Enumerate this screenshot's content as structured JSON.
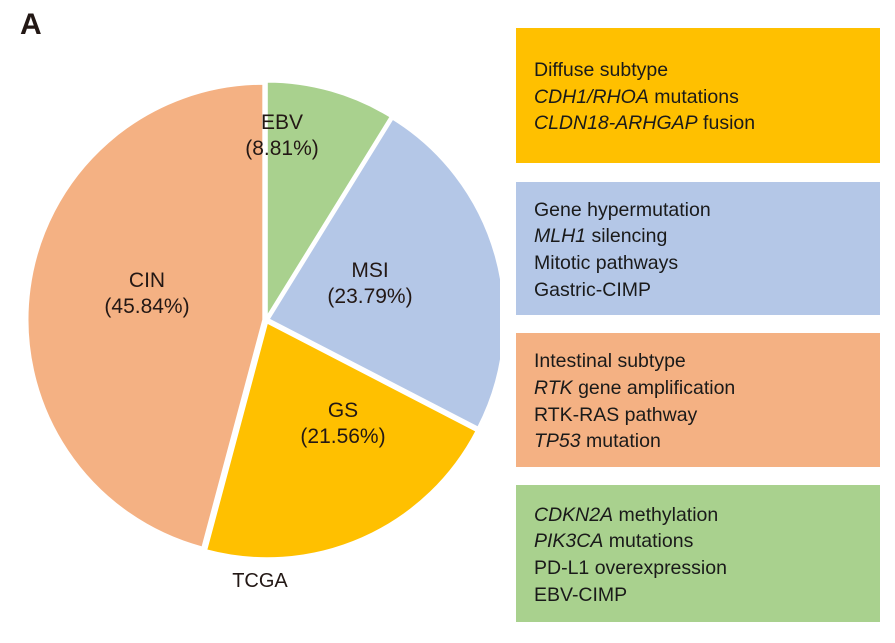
{
  "figure": {
    "panel_letter": "A",
    "caption": "TCGA"
  },
  "chart_data": {
    "type": "pie",
    "title": "TCGA",
    "categories": [
      "EBV",
      "MSI",
      "GS",
      "CIN"
    ],
    "values": [
      8.81,
      23.79,
      21.56,
      45.84
    ],
    "value_unit": "%",
    "labels": [
      "EBV\n(8.81%)",
      "MSI\n(23.79%)",
      "GS\n(21.56%)",
      "CIN\n(45.84%)"
    ],
    "colors": [
      "#A9D18E",
      "#B4C7E7",
      "#FFC000",
      "#F4B183"
    ],
    "start_angle_deg": 0,
    "direction": "clockwise",
    "legend": "none",
    "grid": false,
    "slice_gap": true
  },
  "slices": [
    {
      "key": "EBV",
      "name": "EBV",
      "percent_label": "(8.81%)",
      "value": 8.81,
      "color": "#A9D18E"
    },
    {
      "key": "MSI",
      "name": "MSI",
      "percent_label": "(23.79%)",
      "value": 23.79,
      "color": "#B4C7E7"
    },
    {
      "key": "GS",
      "name": "GS",
      "percent_label": "(21.56%)",
      "value": 21.56,
      "color": "#FFC000"
    },
    {
      "key": "CIN",
      "name": "CIN",
      "percent_label": "(45.84%)",
      "value": 45.84,
      "color": "#F4B183"
    }
  ],
  "annotation_boxes": [
    {
      "key": "GS",
      "color": "#FFC000",
      "lines": [
        [
          {
            "text": "Diffuse subtype",
            "italic": false
          }
        ],
        [
          {
            "text": "CDH1/RHOA",
            "italic": true
          },
          {
            "text": " mutations",
            "italic": false
          }
        ],
        [
          {
            "text": "CLDN18-ARHGAP",
            "italic": true
          },
          {
            "text": " fusion",
            "italic": false
          }
        ]
      ]
    },
    {
      "key": "MSI",
      "color": "#B4C7E7",
      "lines": [
        [
          {
            "text": "Gene hypermutation",
            "italic": false
          }
        ],
        [
          {
            "text": "MLH1",
            "italic": true
          },
          {
            "text": " silencing",
            "italic": false
          }
        ],
        [
          {
            "text": "Mitotic pathways",
            "italic": false
          }
        ],
        [
          {
            "text": "Gastric-CIMP",
            "italic": false
          }
        ]
      ]
    },
    {
      "key": "CIN",
      "color": "#F4B183",
      "lines": [
        [
          {
            "text": "Intestinal subtype",
            "italic": false
          }
        ],
        [
          {
            "text": "RTK",
            "italic": true
          },
          {
            "text": " gene amplification",
            "italic": false
          }
        ],
        [
          {
            "text": "RTK-RAS pathway",
            "italic": false
          }
        ],
        [
          {
            "text": "TP53",
            "italic": true
          },
          {
            "text": " mutation",
            "italic": false
          }
        ]
      ]
    },
    {
      "key": "EBV",
      "color": "#A9D18E",
      "lines": [
        [
          {
            "text": "CDKN2A",
            "italic": true
          },
          {
            "text": " methylation",
            "italic": false
          }
        ],
        [
          {
            "text": "PIK3CA",
            "italic": true
          },
          {
            "text": " mutations",
            "italic": false
          }
        ],
        [
          {
            "text": "PD-L1 overexpression",
            "italic": false
          }
        ],
        [
          {
            "text": "EBV-CIMP",
            "italic": false
          }
        ]
      ]
    }
  ]
}
